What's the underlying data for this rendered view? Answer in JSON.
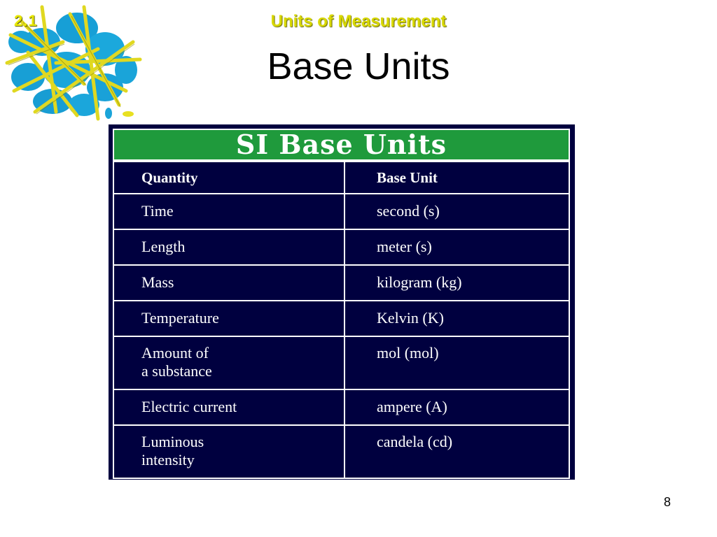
{
  "header": {
    "section_number": "2.1",
    "section_title": "Units of Measurement",
    "slide_title": "Base Units"
  },
  "table": {
    "title": "SI Base Units",
    "columns": [
      "Quantity",
      "Base Unit"
    ],
    "rows": [
      {
        "quantity": "Time",
        "unit": "second (s)"
      },
      {
        "quantity": "Length",
        "unit": "meter (s)"
      },
      {
        "quantity": "Mass",
        "unit": "kilogram (kg)"
      },
      {
        "quantity": "Temperature",
        "unit": "Kelvin (K)"
      },
      {
        "quantity": "Amount of\na substance",
        "unit": "mol (mol)"
      },
      {
        "quantity": "Electric current",
        "unit": "ampere (A)"
      },
      {
        "quantity": "Luminous\nintensity",
        "unit": "candela (cd)"
      }
    ]
  },
  "footer": {
    "page_number": "8"
  },
  "colors": {
    "table_background": "#00003f",
    "table_title_background": "#1f9a3c",
    "section_title": "#d8d800"
  }
}
